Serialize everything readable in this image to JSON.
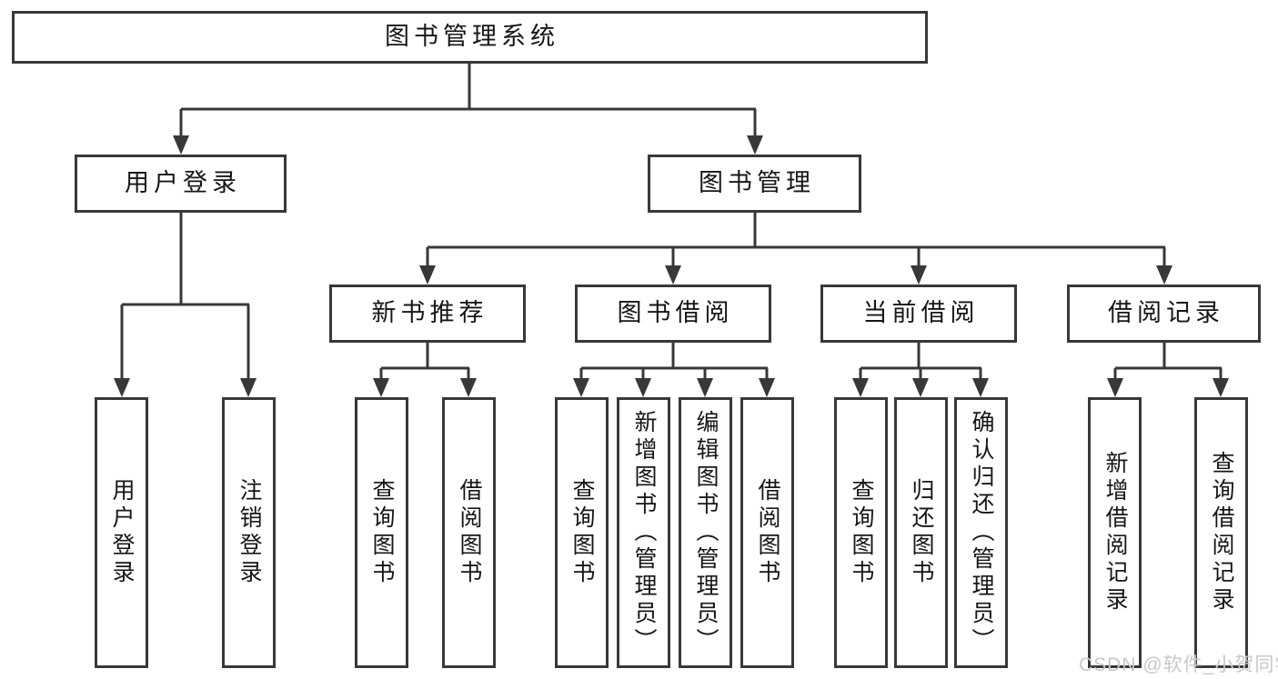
{
  "tree": {
    "label": "图书管理系统",
    "children": [
      {
        "label": "用户登录",
        "children": [
          {
            "label": "用户登录"
          },
          {
            "label": "注销登录"
          }
        ]
      },
      {
        "label": "图书管理",
        "children": [
          {
            "label": "新书推荐",
            "children": [
              {
                "label": "查询图书"
              },
              {
                "label": "借阅图书"
              }
            ]
          },
          {
            "label": "图书借阅",
            "children": [
              {
                "label": "查询图书"
              },
              {
                "label": "新增图书（管理员）"
              },
              {
                "label": "编辑图书（管理员）"
              },
              {
                "label": "借阅图书"
              }
            ]
          },
          {
            "label": "当前借阅",
            "children": [
              {
                "label": "查询图书"
              },
              {
                "label": "归还图书"
              },
              {
                "label": "确认归还（管理员）"
              }
            ]
          },
          {
            "label": "借阅记录",
            "children": [
              {
                "label": "新增借阅记录"
              },
              {
                "label": "查询借阅记录"
              }
            ]
          }
        ]
      }
    ]
  },
  "watermark": "CSDN @软件_小贺同学",
  "colors": {
    "line": "#383838",
    "text": "#161616",
    "watermark": "#c8c8c8",
    "background": "#ffffff"
  }
}
